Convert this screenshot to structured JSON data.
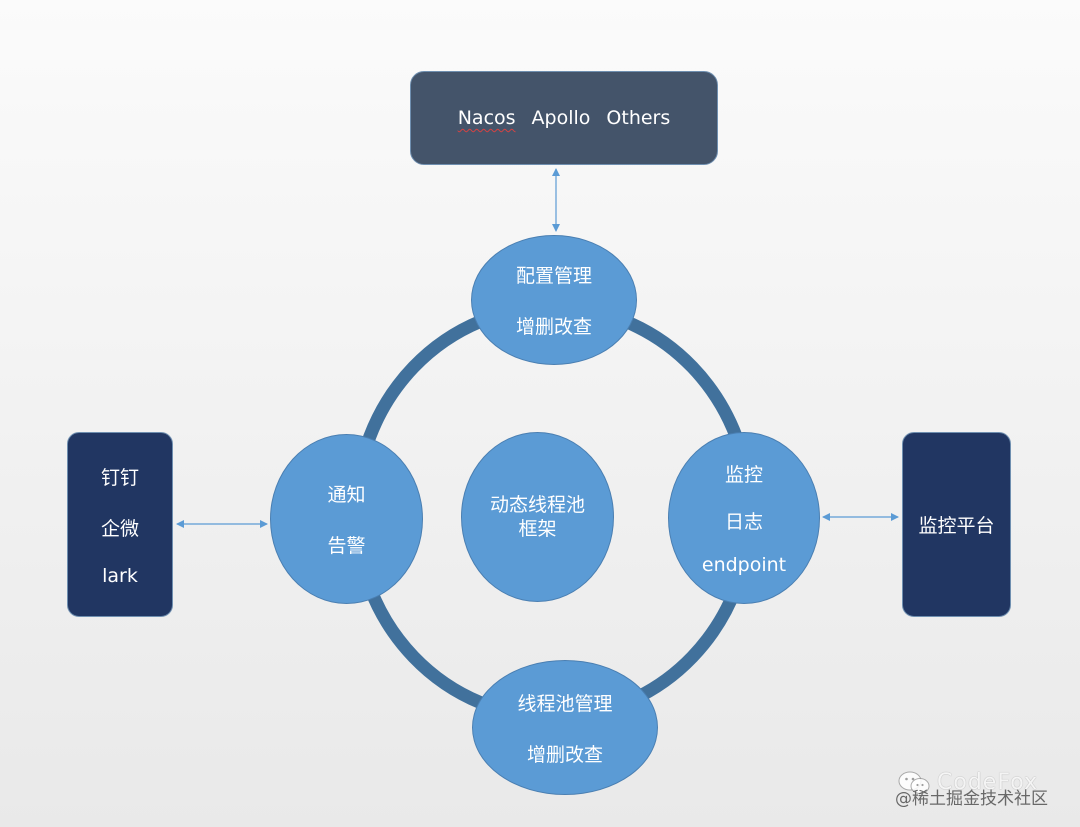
{
  "config_source": {
    "items": [
      "Nacos",
      "Apollo",
      "Others"
    ]
  },
  "config_management": {
    "line1": "配置管理",
    "line2": "增删改查"
  },
  "notification": {
    "line1": "通知",
    "line2": "告警"
  },
  "notify_channels": {
    "items": [
      "钉钉",
      "企微",
      "lark"
    ]
  },
  "core": {
    "line1": "动态线程池",
    "line2": "框架"
  },
  "monitoring": {
    "line1": "监控",
    "line2": "日志",
    "line3": "endpoint"
  },
  "monitor_platform": {
    "label": "监控平台"
  },
  "pool_management": {
    "line1": "线程池管理",
    "line2": "增删改查"
  },
  "watermark": {
    "brand": "CodeFox",
    "sub": "@稀土掘金技术社区"
  },
  "colors": {
    "config_box": "#44546a",
    "side_box": "#213662",
    "circle": "#5b9bd5",
    "ring": "#41719c",
    "arrow": "#5b9bd5"
  }
}
